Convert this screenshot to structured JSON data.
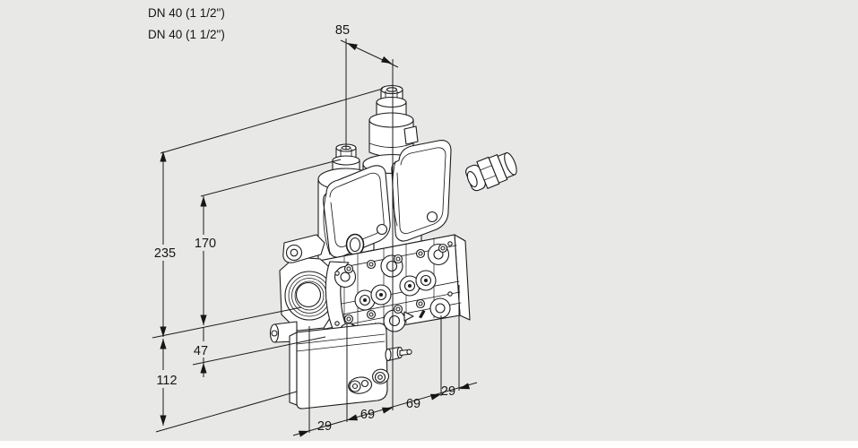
{
  "colors": {
    "background": "#e8e8e7",
    "bottom_strip": "#ffffff",
    "line": "#1c1c1c",
    "fill": "#ffffff",
    "text": "#161616"
  },
  "header": {
    "size_line1": "DN 40 (1 1/2\")",
    "size_line2": "DN 40 (1 1/2\")"
  },
  "dimensions": {
    "actuator_axis_spacing": "85",
    "overall_height": "235",
    "center_to_top": "170",
    "center_to_body_bottom": "47",
    "center_to_unit_bottom": "112",
    "bottom_chain": [
      "29",
      "69",
      "69",
      "29"
    ]
  },
  "drawing_parts": [
    "left-solenoid-actuator",
    "right-solenoid-actuator",
    "front-cover-plates",
    "threaded-flange-port",
    "valve-body",
    "bottom-control-unit",
    "cable-gland"
  ]
}
